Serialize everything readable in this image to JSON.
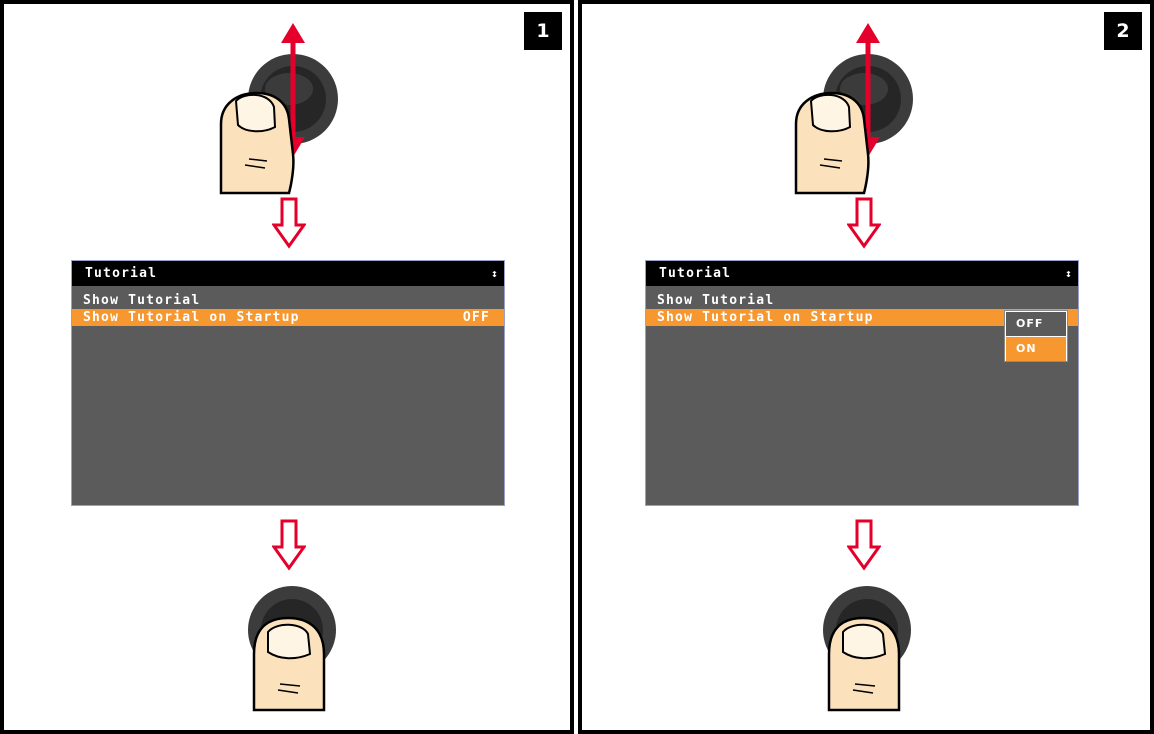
{
  "steps": [
    {
      "number": "1",
      "screen": {
        "title": "Tutorial",
        "items": [
          {
            "label": "Show Tutorial",
            "value": ""
          },
          {
            "label": "Show Tutorial on Startup",
            "value": "OFF"
          }
        ]
      }
    },
    {
      "number": "2",
      "screen": {
        "title": "Tutorial",
        "items": [
          {
            "label": "Show Tutorial",
            "value": ""
          },
          {
            "label": "Show Tutorial on Startup",
            "value": ""
          }
        ],
        "popup": {
          "options": [
            "OFF",
            "ON"
          ],
          "selected": "ON"
        }
      }
    }
  ],
  "icons": {
    "scroll": "up-down-arrows-icon",
    "knob": "rotary-knob-icon",
    "thumb": "thumb-icon",
    "flow_arrow": "down-arrow-icon"
  },
  "colors": {
    "accent": "#f7972f",
    "arrow_red": "#e4002b",
    "screen_bg": "#5b5b5b",
    "header_bg": "#000000"
  }
}
